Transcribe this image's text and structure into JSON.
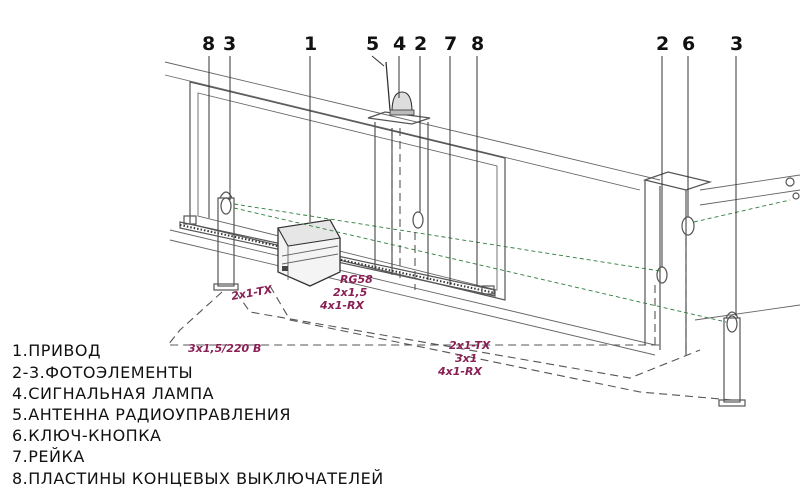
{
  "callouts": [
    {
      "id": "c8a",
      "text": "8"
    },
    {
      "id": "c3a",
      "text": "3"
    },
    {
      "id": "c1",
      "text": "1"
    },
    {
      "id": "c5",
      "text": "5"
    },
    {
      "id": "c4",
      "text": "4"
    },
    {
      "id": "c2a",
      "text": "2"
    },
    {
      "id": "c7",
      "text": "7"
    },
    {
      "id": "c8b",
      "text": "8"
    },
    {
      "id": "c2b",
      "text": "2"
    },
    {
      "id": "c6",
      "text": "6"
    },
    {
      "id": "c3b",
      "text": "3"
    }
  ],
  "cables": {
    "motor_tx": "2x1-TX",
    "rg58": "RG58",
    "lamp": "2x1,5",
    "motor_rx": "4x1-RX",
    "power": "3x1,5/220 B",
    "run_tx": "2x1-TX",
    "run_key": "3x1",
    "run_rx": "4x1-RX"
  },
  "legend": [
    "1.ПРИВОД",
    "2-3.ФОТОЭЛЕМЕНТЫ",
    "4.СИГНАЛЬНАЯ ЛАМПА",
    "5.АНТЕННА РАДИОУПРАВЛЕНИЯ",
    "6.КЛЮЧ-КНОПКА",
    "7.РЕЙКА",
    "8.ПЛАСТИНЫ КОНЦЕВЫХ ВЫКЛЮЧАТЕЛЕЙ"
  ],
  "colors": {
    "line": "#555555",
    "cable_label": "#8a1f55",
    "beam": "#2e7d3c",
    "text": "#111111"
  }
}
